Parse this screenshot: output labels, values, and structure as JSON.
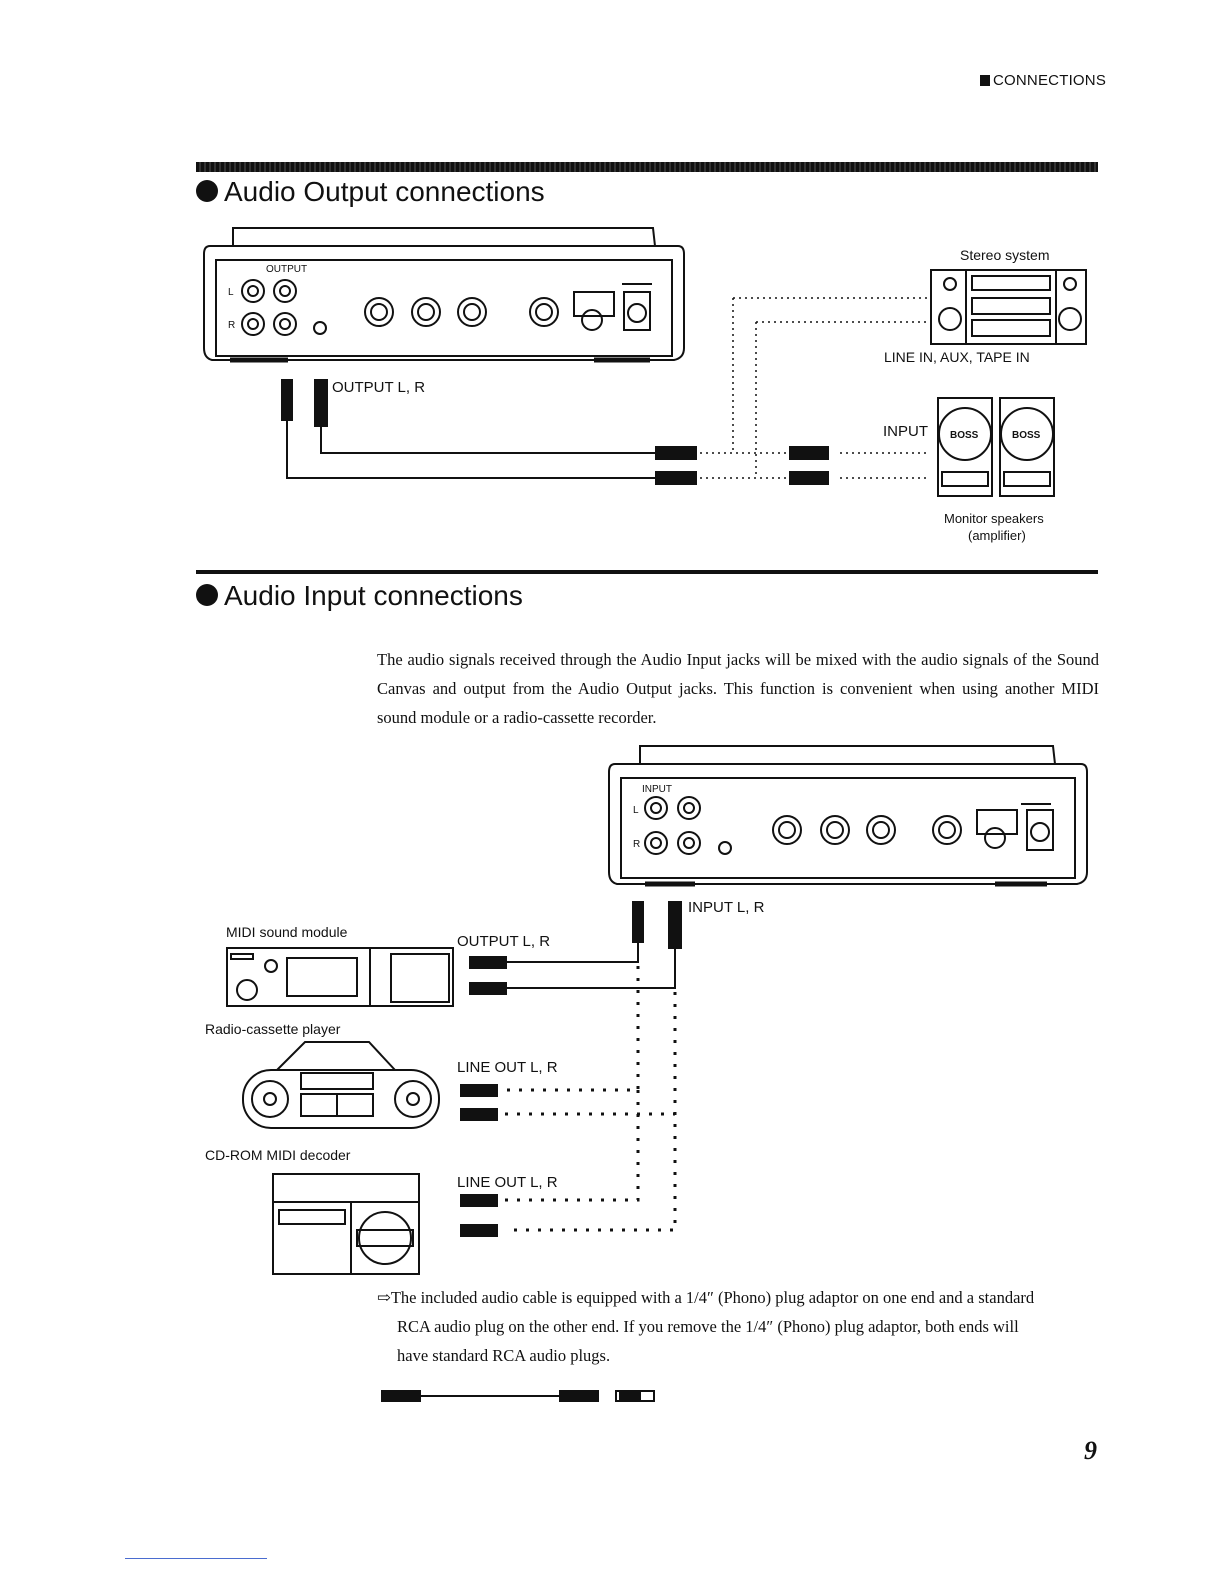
{
  "header": {
    "section_tag": "CONNECTIONS"
  },
  "output_section": {
    "title": "Audio  Output  connections",
    "panel_label": "OUTPUT",
    "jack_l": "L",
    "jack_r": "R",
    "plug_label": "OUTPUT  L, R",
    "stereo_label": "Stereo  system",
    "stereo_input_label": "LINE  IN,  AUX,  TAPE  IN",
    "monitor_input_label": "INPUT",
    "speaker_brand": "BOSS",
    "monitor_label_line1": "Monitor  speakers",
    "monitor_label_line2": "(amplifier)"
  },
  "input_section": {
    "title": "Audio  Input  connections",
    "description": "The audio signals received through the Audio Input jacks will be mixed with the audio signals of the Sound Canvas and output from the Audio Output jacks. This function is convenient when using another MIDI sound module or a radio-cassette recorder.",
    "panel_label": "INPUT",
    "jack_l": "L",
    "jack_r": "R",
    "plug_label": "INPUT  L, R",
    "midi_module_label": "MIDI  sound  module",
    "midi_module_out": "OUTPUT  L, R",
    "radio_label": "Radio-cassette  player",
    "radio_out": "LINE  OUT  L, R",
    "cdrom_label": "CD-ROM  MIDI  decoder",
    "cdrom_out": "LINE  OUT  L, R"
  },
  "note": {
    "line1": "⇨The included audio cable is equipped with a 1/4″ (Phono) plug adaptor on one end and a standard",
    "line2": "RCA audio plug on the other end. If you remove the 1/4″ (Phono) plug adaptor, both ends will",
    "line3": "have standard RCA audio plugs."
  },
  "page_number": "9"
}
